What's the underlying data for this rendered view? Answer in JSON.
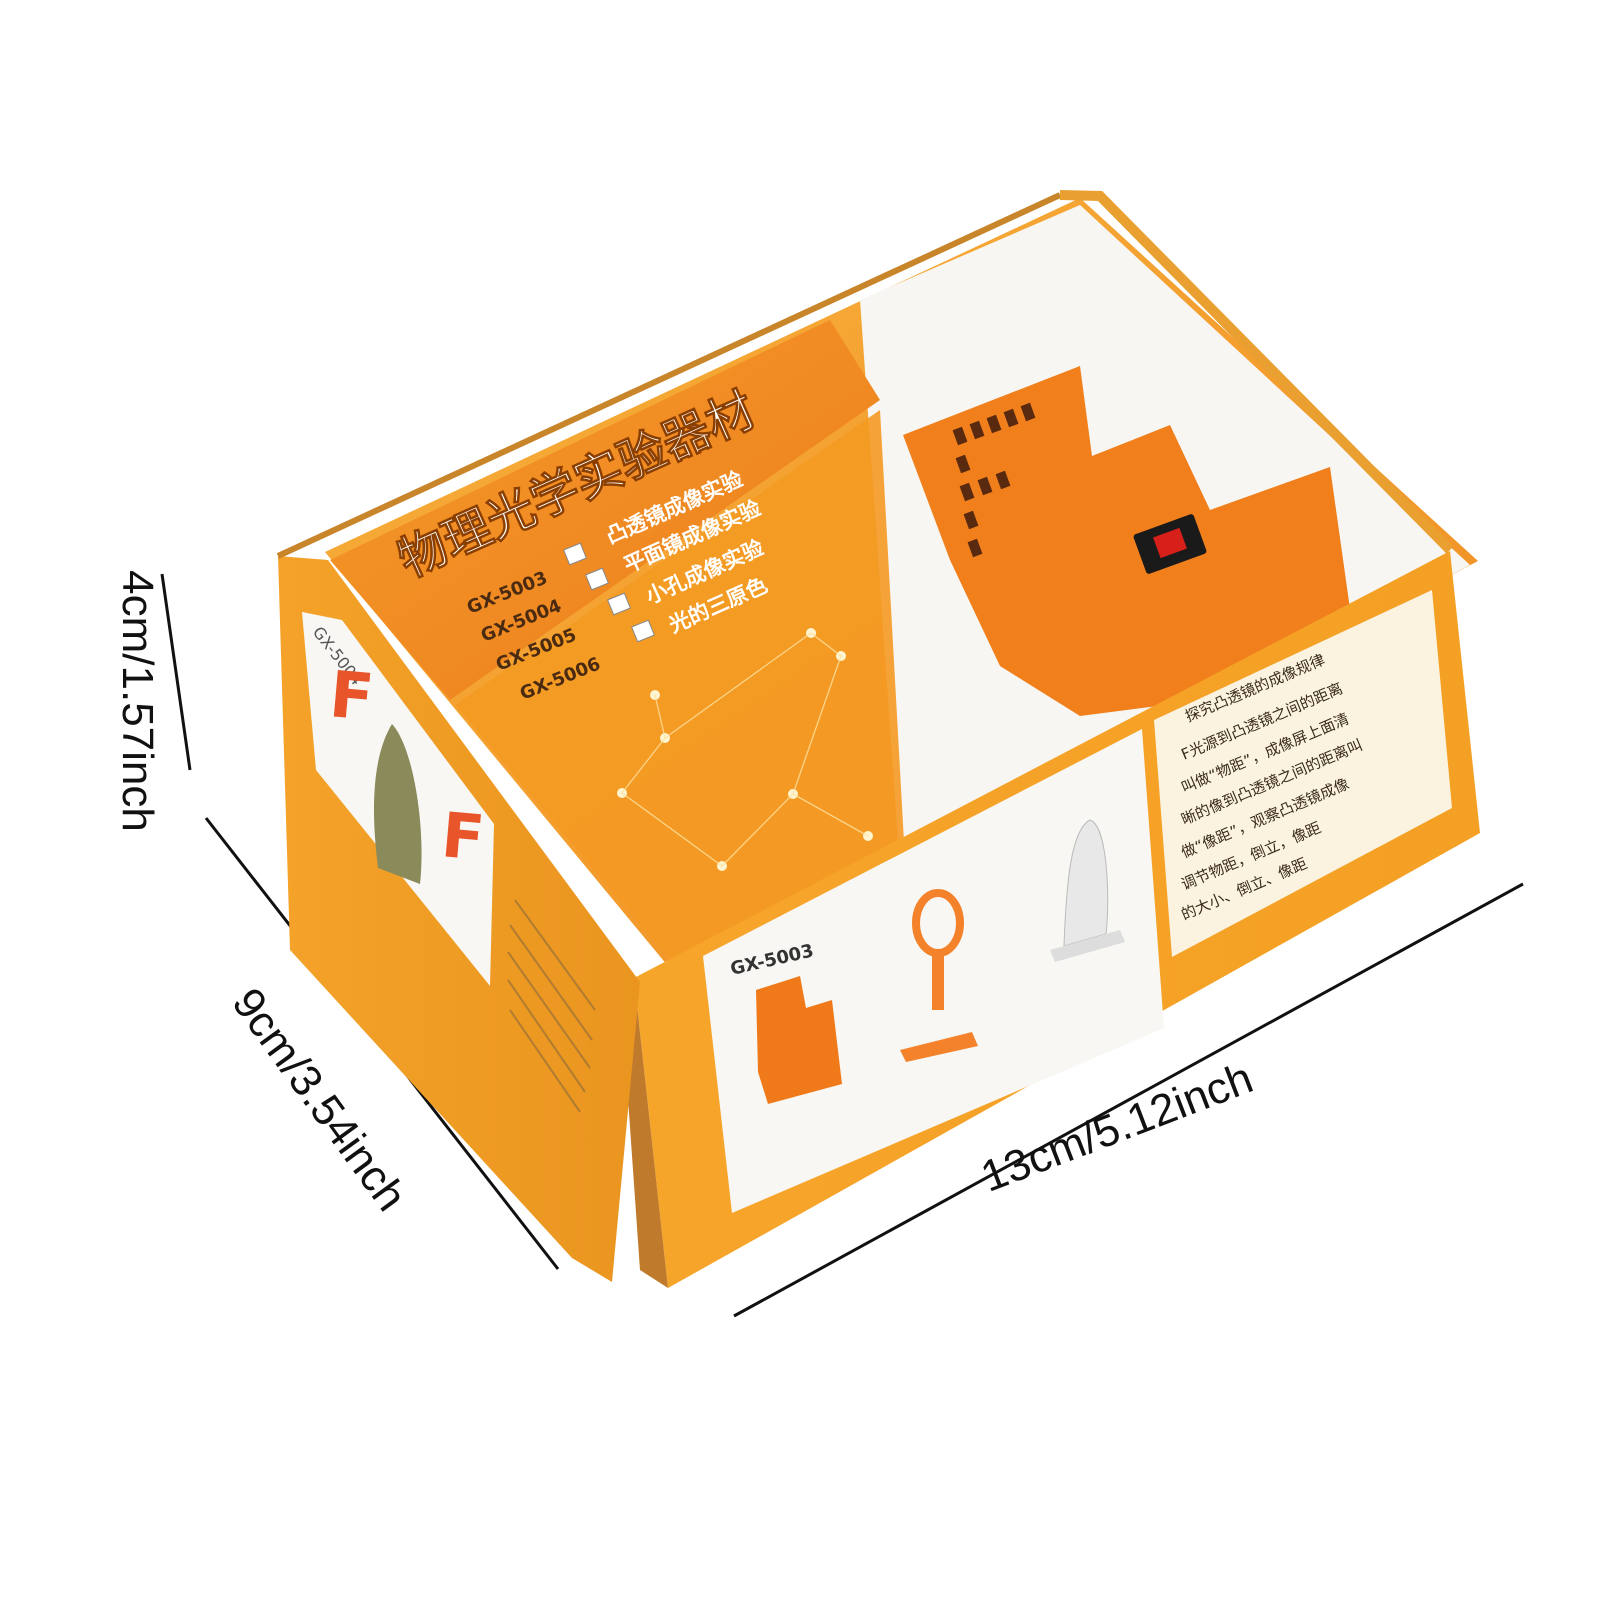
{
  "dimensions": {
    "height": "4cm/1.57inch",
    "depth": "9cm/3.54inch",
    "width": "13cm/5.12inch"
  },
  "box": {
    "title": "物理光学实验器材",
    "models": [
      "GX-5003",
      "GX-5004",
      "GX-5005",
      "GX-5006"
    ],
    "experiments": [
      "凸透镜成像实验",
      "平面镜成像实验",
      "小孔成像实验",
      "光的三原色"
    ],
    "front_model_label": "GX-5003",
    "side_model_label": "GX-5004",
    "description_lines": [
      "探究凸透镜的成像规律",
      "F光源到凸透镜之间的距离",
      "叫做“物距”，成像屏上面清",
      "晰的像到凸透镜之间的距离叫",
      "做“像距”，观察凸透镜成像",
      "调节物距，倒立，像距",
      "的大小、倒立、像距"
    ],
    "side_letter": "F",
    "colors": {
      "orange": "#f28a1e",
      "yellow_orange": "#f5a623",
      "deep_orange": "#ee7a1a",
      "cardboard": "#e8a23a"
    }
  }
}
